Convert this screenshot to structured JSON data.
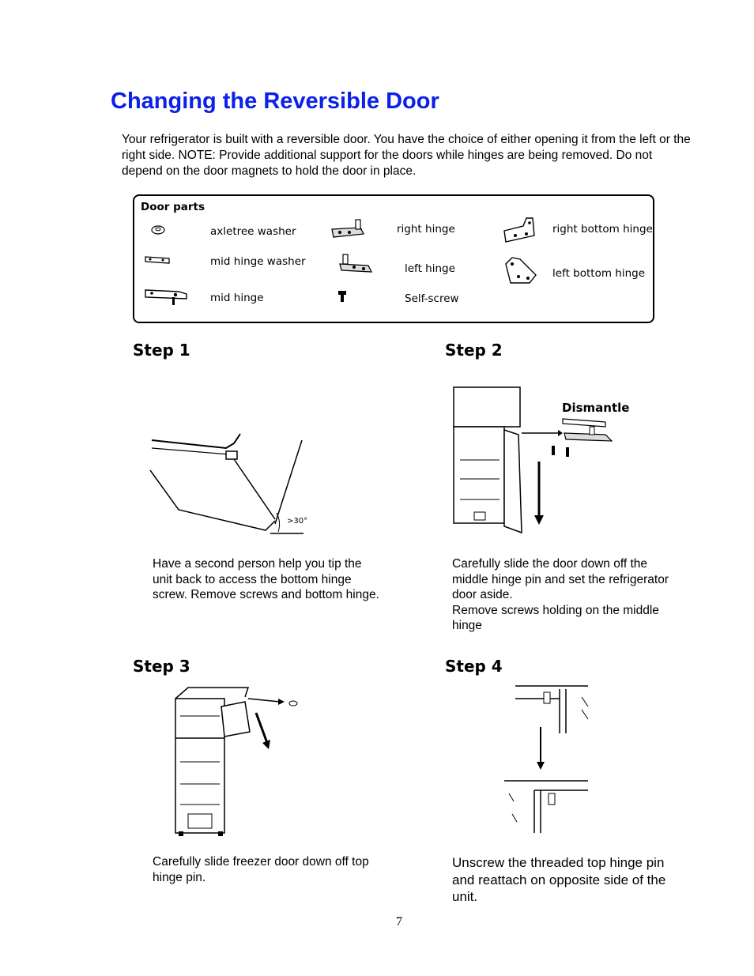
{
  "title": "Changing the Reversible Door",
  "intro": "Your refrigerator is built with a reversible door.  You have the choice of either opening it from the left or the right side.  NOTE: Provide additional support for the doors while hinges are being removed. Do not depend on the door magnets to hold the door in place.",
  "door_parts": {
    "heading": "Door parts",
    "items": [
      {
        "label": "axletree washer",
        "icon": "washer-icon"
      },
      {
        "label": "mid hinge washer",
        "icon": "mid-hinge-washer-icon"
      },
      {
        "label": "mid hinge",
        "icon": "mid-hinge-icon"
      },
      {
        "label": "right hinge",
        "icon": "right-hinge-icon"
      },
      {
        "label": "left hinge",
        "icon": "left-hinge-icon"
      },
      {
        "label": "Self-screw",
        "icon": "screw-icon"
      },
      {
        "label": "right bottom hinge",
        "icon": "right-bottom-hinge-icon"
      },
      {
        "label": "left bottom hinge",
        "icon": "left-bottom-hinge-icon"
      }
    ]
  },
  "steps": [
    {
      "heading": "Step 1",
      "caption": [
        "Have a second person help you tip the unit back to access the bottom hinge screw.  Remove screws and bottom hinge."
      ],
      "figure_label": ">30°"
    },
    {
      "heading": "Step 2",
      "caption": [
        "Carefully slide the door down off the middle hinge pin and set the refrigerator door aside.",
        "Remove screws holding on the middle hinge"
      ],
      "figure_label": "Dismantle"
    },
    {
      "heading": "Step 3",
      "caption": [
        "Carefully slide freezer door down off top hinge pin."
      ]
    },
    {
      "heading": "Step 4",
      "caption": [
        "Unscrew the threaded top hinge pin and reattach on opposite side of the unit."
      ]
    }
  ],
  "page_number": "7"
}
